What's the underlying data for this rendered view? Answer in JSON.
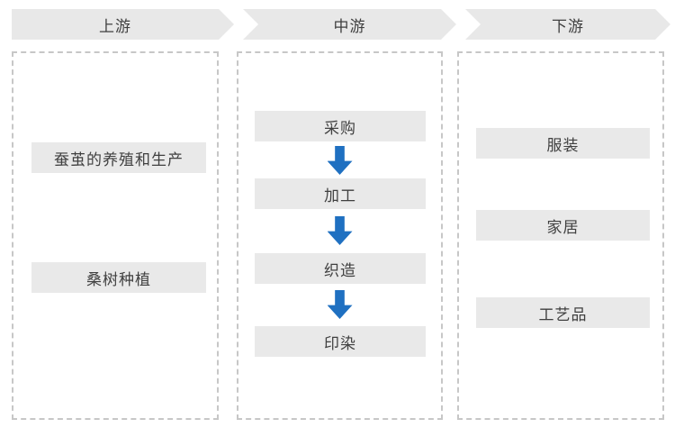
{
  "diagram": {
    "stages": [
      {
        "label": "上游",
        "items": [
          "蚕茧的养殖和生产",
          "桑树种植"
        ]
      },
      {
        "label": "中游",
        "items": [
          "采购",
          "加工",
          "织造",
          "印染"
        ]
      },
      {
        "label": "下游",
        "items": [
          "服装",
          "家居",
          "工艺品"
        ]
      }
    ],
    "icons": {
      "flow_arrow": "down-arrow"
    },
    "colors": {
      "band_bg": "#e8e8e8",
      "item_bg": "#e9e9e9",
      "arrow_blue": "#1f70c1",
      "dashed_border": "#c7c7c7",
      "text": "#404040",
      "background": "#ffffff"
    }
  }
}
